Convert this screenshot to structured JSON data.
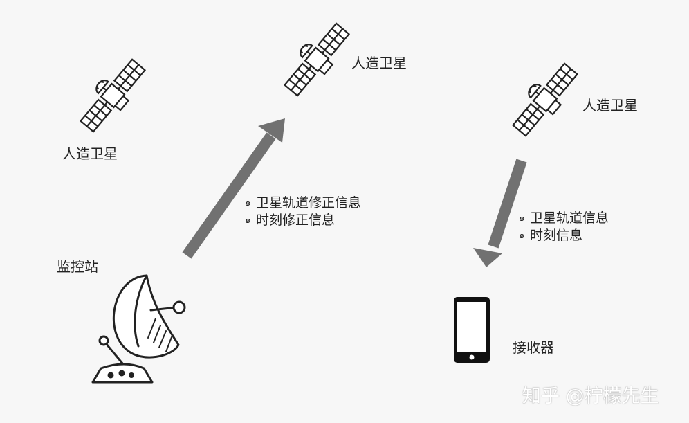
{
  "satellites": [
    {
      "label": "人造卫星"
    },
    {
      "label": "人造卫星"
    },
    {
      "label": "人造卫星"
    }
  ],
  "station": {
    "label": "监控站"
  },
  "receiver": {
    "label": "接收器"
  },
  "uplink": {
    "items": [
      "卫星轨道修正信息",
      "时刻修正信息"
    ]
  },
  "downlink": {
    "items": [
      "卫星轨道信息",
      "时刻信息"
    ]
  },
  "watermark": "知乎 @柠檬先生",
  "colors": {
    "arrow": "#717171",
    "stroke": "#222222",
    "background": "#f7f7f7"
  }
}
